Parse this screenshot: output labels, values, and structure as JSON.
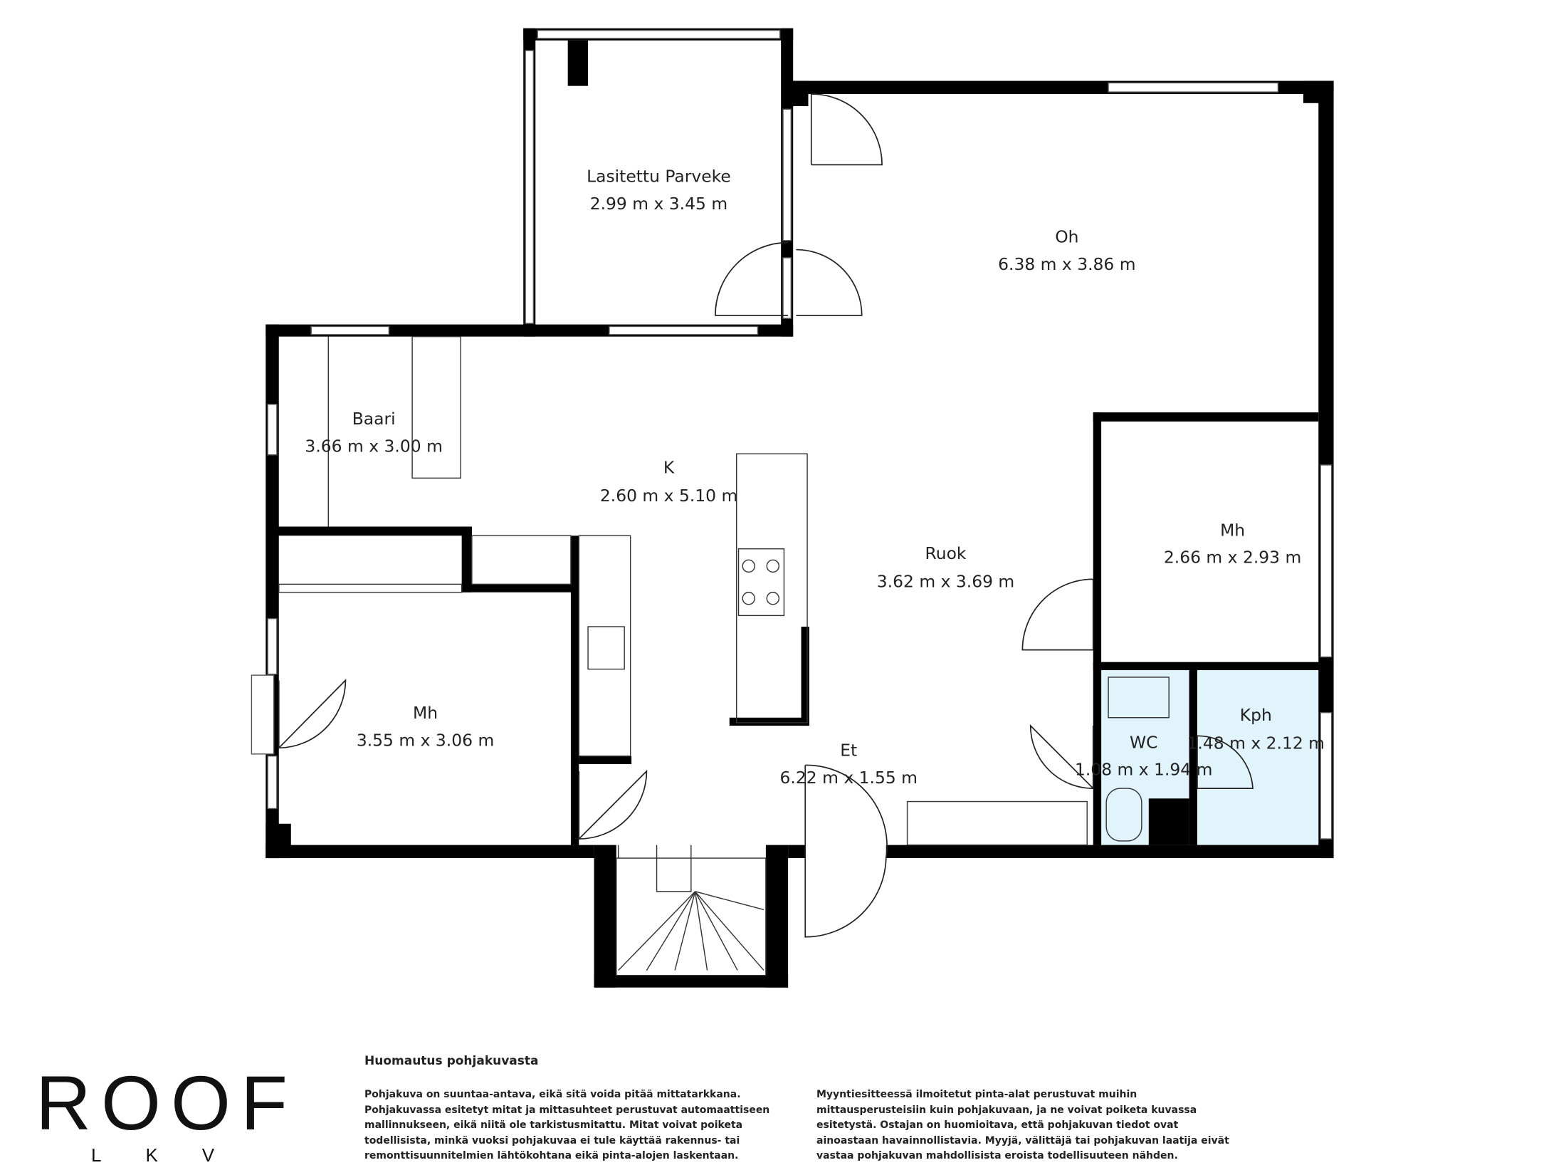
{
  "floorplan": {
    "rooms": [
      {
        "name": "Lasitettu Parveke",
        "size": "2.99 m x 3.45 m"
      },
      {
        "name": "Oh",
        "size": "6.38 m x 3.86 m"
      },
      {
        "name": "Baari",
        "size": "3.66 m x 3.00 m"
      },
      {
        "name": "K",
        "size": "2.60 m x 5.10 m"
      },
      {
        "name": "Ruok",
        "size": "3.62 m x 3.69 m"
      },
      {
        "name": "Mh",
        "size": "2.66 m x 2.93 m"
      },
      {
        "name": "Mh",
        "size": "3.55 m x 3.06 m"
      },
      {
        "name": "Et",
        "size": "6.22 m x 1.55 m"
      },
      {
        "name": "WC",
        "size": "1.08 m x 1.94 m"
      },
      {
        "name": "Kph",
        "size": "1.48 m x 2.12 m"
      }
    ],
    "colors": {
      "wall": "#000000",
      "wet_room": "#E1F3FB",
      "window": "#ffffff"
    }
  },
  "logo": {
    "main": "ROOF",
    "sub": "LKV"
  },
  "note": {
    "title": "Huomautus pohjakuvasta",
    "col1": "Pohjakuva on suuntaa-antava, eikä sitä voida pitää mittatarkkana. Pohjakuvassa esitetyt mitat ja mittasuhteet perustuvat automaattiseen mallinnukseen, eikä niitä ole tarkistusmitattu. Mitat voivat poiketa todellisista, minkä vuoksi pohjakuvaa ei tule käyttää rakennus- tai remonttisuunnitelmien lähtökohtana eikä pinta-alojen laskentaan.",
    "col2": "Myyntiesitteessä ilmoitetut pinta-alat perustuvat muihin mittausperusteisiin kuin pohjakuvaan, ja ne voivat poiketa kuvassa esitetystä. Ostajan on huomioitava, että pohjakuvan tiedot ovat ainoastaan havainnollistavia. Myyjä, välittäjä tai pohjakuvan laatija eivät vastaa pohjakuvan mahdollisista eroista todellisuuteen nähden."
  }
}
